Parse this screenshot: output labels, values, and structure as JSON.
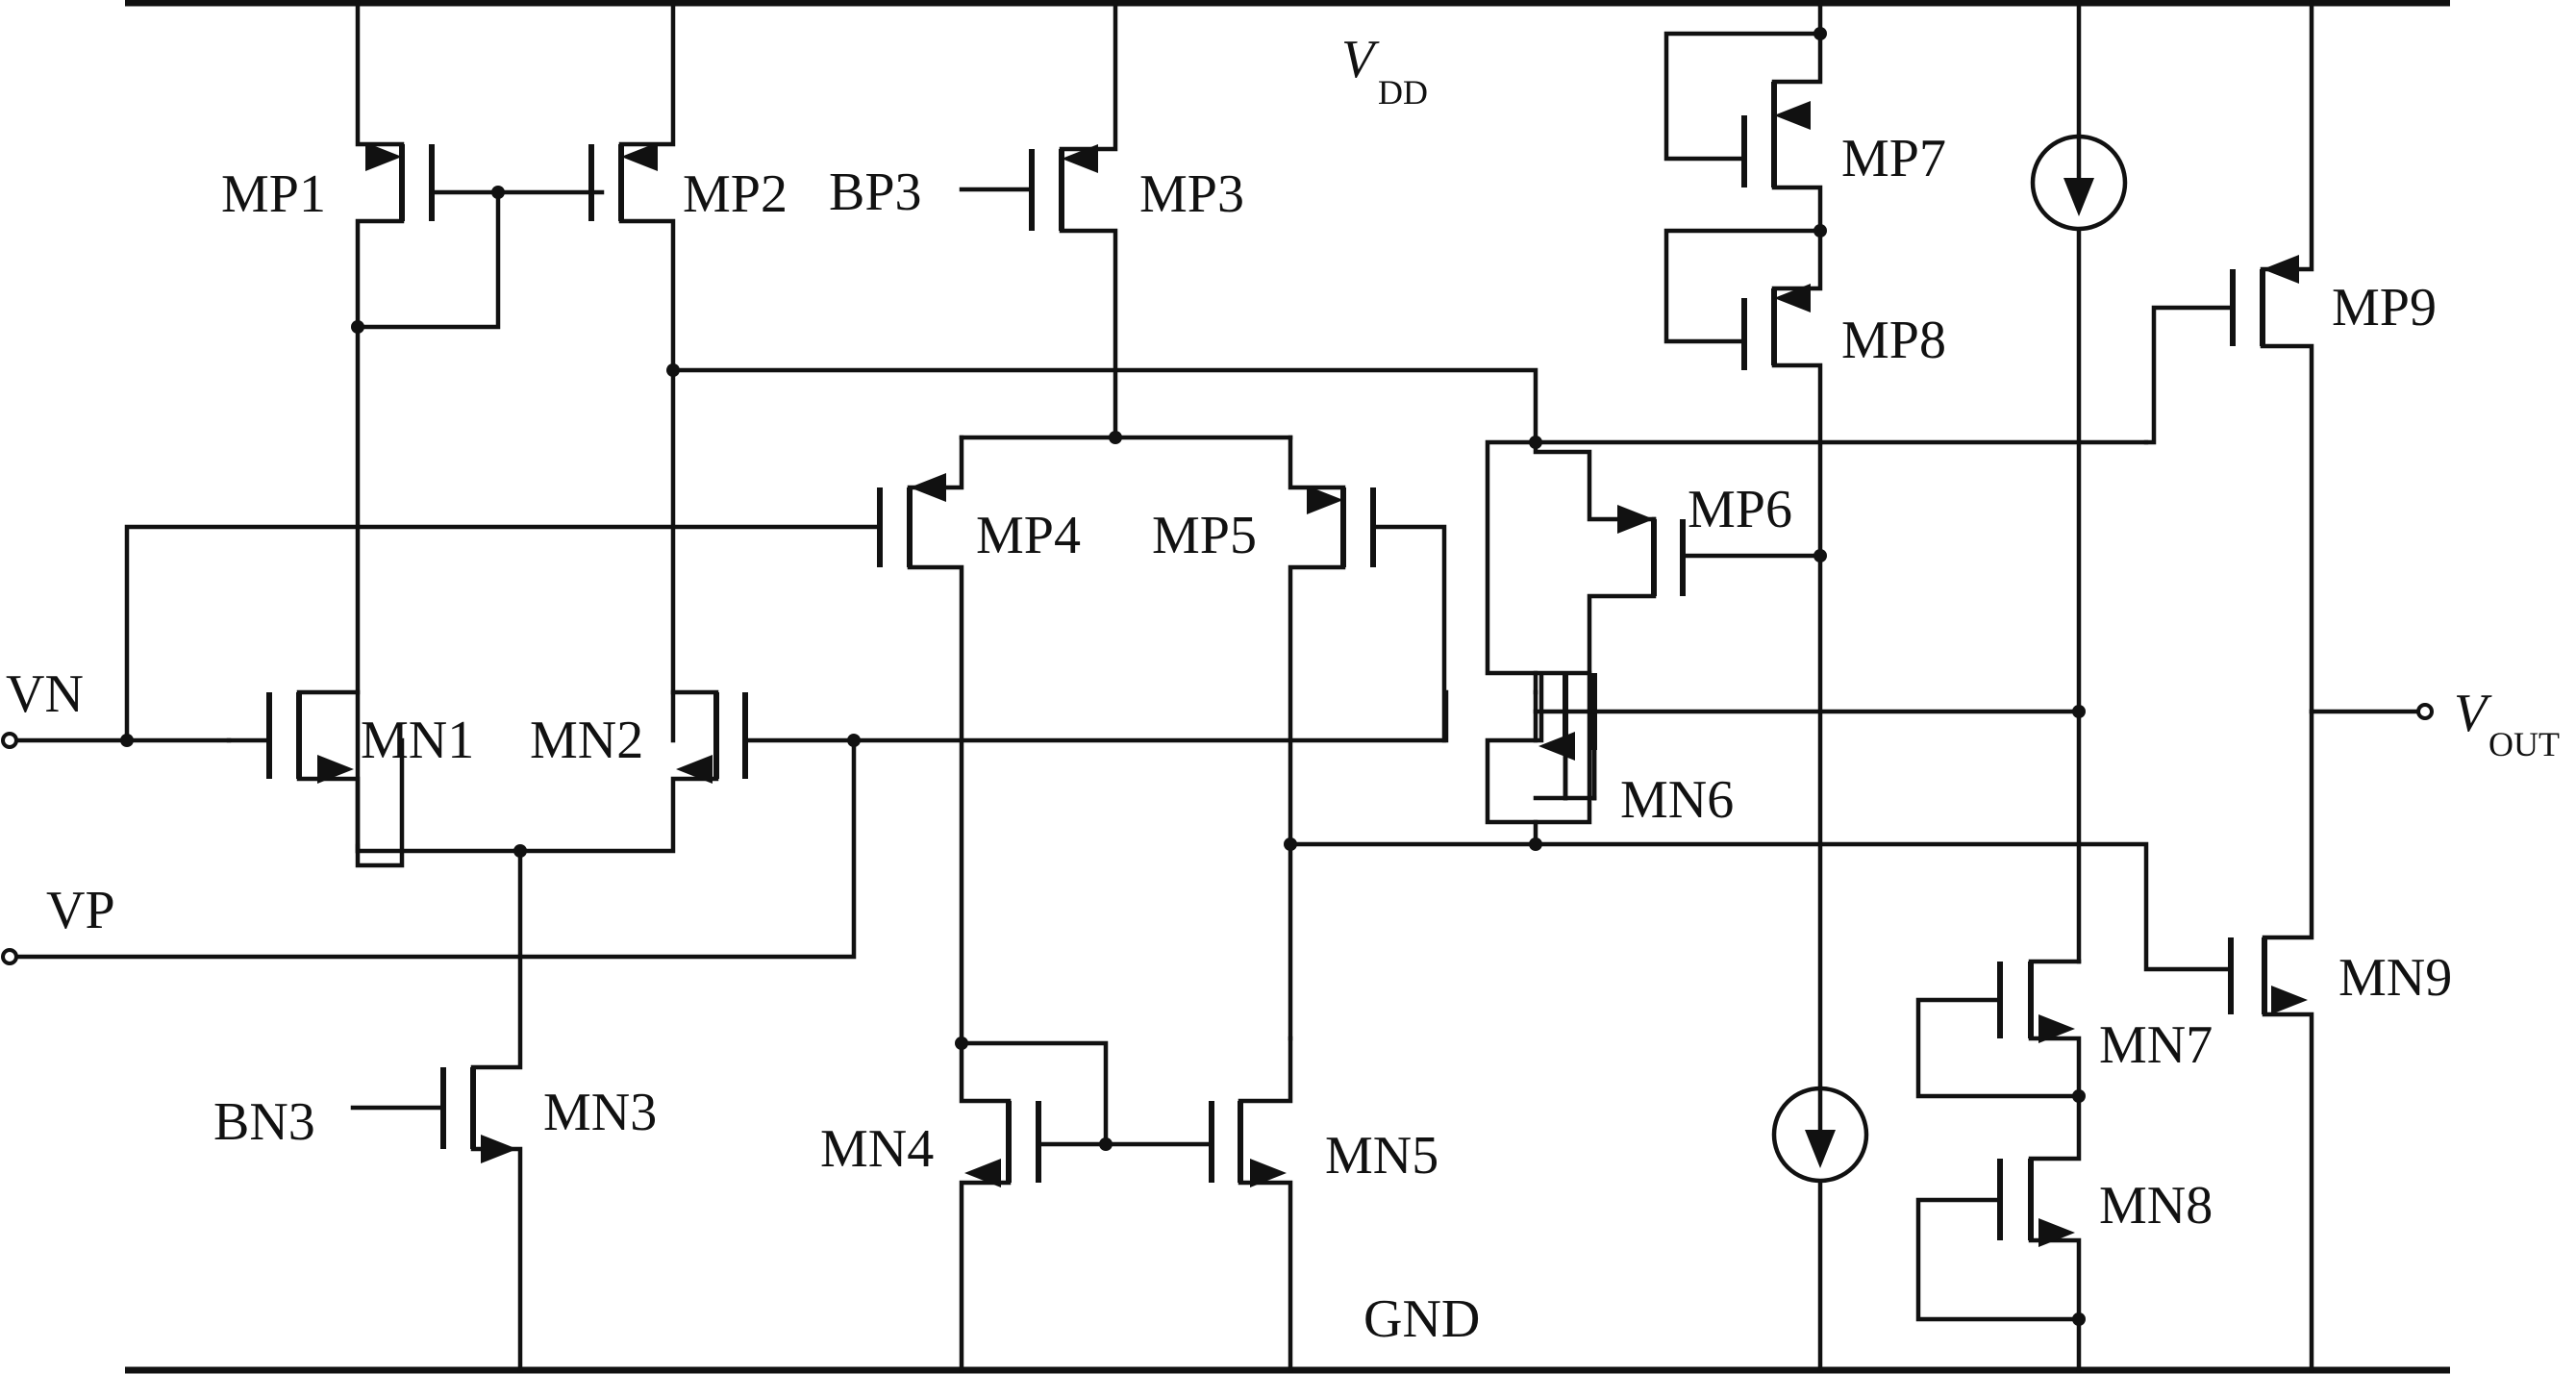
{
  "rails": {
    "vdd": {
      "main": "V",
      "sub": "DD"
    },
    "gnd": "GND"
  },
  "ports": {
    "vn": "VN",
    "vp": "VP",
    "bp3": "BP3",
    "bn3": "BN3",
    "vout": {
      "main": "V",
      "sub": "OUT"
    }
  },
  "transistors": {
    "mp1": "MP1",
    "mp2": "MP2",
    "mp3": "MP3",
    "mp4": "MP4",
    "mp5": "MP5",
    "mp6": "MP6",
    "mp7": "MP7",
    "mp8": "MP8",
    "mp9": "MP9",
    "mn1": "MN1",
    "mn2": "MN2",
    "mn3": "MN3",
    "mn4": "MN4",
    "mn5": "MN5",
    "mn6": "MN6",
    "mn7": "MN7",
    "mn8": "MN8",
    "mn9": "MN9"
  }
}
